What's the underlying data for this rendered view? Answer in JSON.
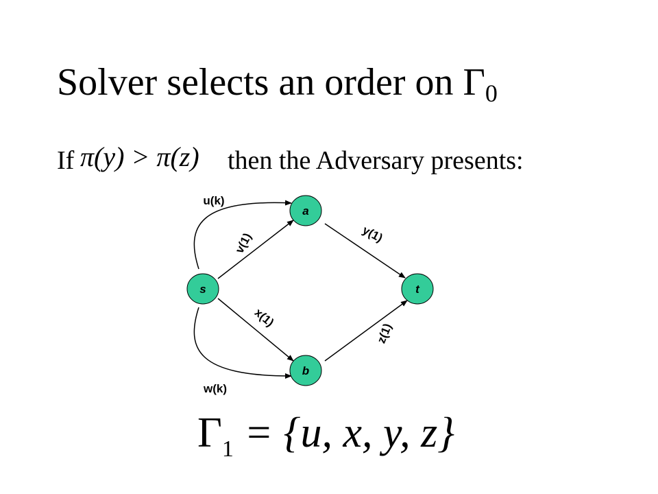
{
  "slide": {
    "title_main": "Solver selects an order on Γ",
    "title_sub": "0",
    "if_word": "If",
    "condition": "π(y) > π(z)",
    "then_text": "then the Adversary presents:",
    "formula_gamma": "Γ",
    "formula_sub": "1",
    "formula_rest": " = {u, x, y, z}"
  },
  "graph": {
    "node_fill": "#33cc99",
    "nodes": {
      "s": "s",
      "a": "a",
      "b": "b",
      "t": "t"
    },
    "edges": {
      "u": "u(k)",
      "v": "v(1)",
      "x": "x(1)",
      "w": "w(k)",
      "y": "y(1)",
      "z": "z(1)"
    }
  }
}
